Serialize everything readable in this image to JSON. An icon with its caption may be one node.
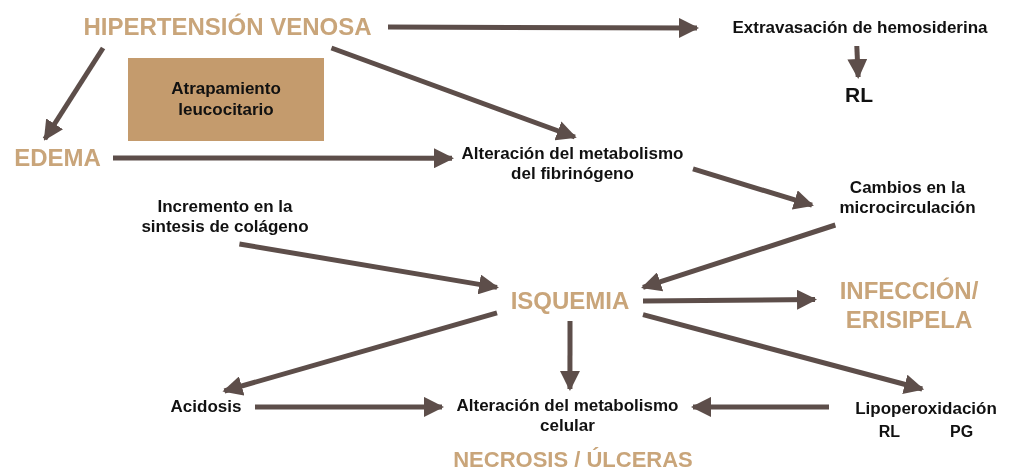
{
  "diagram": {
    "nodes": [
      {
        "text": [
          "HIPERTENSIÓN VENOSA"
        ]
      },
      {
        "text": [
          "Extravasación de hemosiderina"
        ]
      },
      {
        "text": [
          "RL"
        ]
      },
      {
        "text": [
          "Atrapamiento leucocitario"
        ]
      },
      {
        "text": [
          "EDEMA"
        ]
      },
      {
        "text": [
          "Alteración del metabolismo del fibrinógeno"
        ]
      },
      {
        "text": [
          "Cambios en la microcirculación"
        ]
      },
      {
        "text": [
          "Incremento en la sintesis de colágeno"
        ]
      },
      {
        "text": [
          "ISQUEMIA"
        ]
      },
      {
        "text": [
          "INFECCIÓN/ ERISIPELA"
        ]
      },
      {
        "text": [
          "Acidosis"
        ]
      },
      {
        "text": [
          "Alteración del metabolismo celular"
        ]
      },
      {
        "text": [
          "Lipoperoxidación"
        ],
        "beside": [
          "RL",
          "PG"
        ]
      }
    ],
    "edges": [
      {
        "from": 0,
        "to": 1,
        "arrow": "to"
      },
      {
        "from": 0,
        "to": 4,
        "arrow": "to"
      },
      {
        "from": 0,
        "to": 5,
        "arrow": "to"
      },
      {
        "from": 1,
        "to": 2,
        "arrow": "to"
      },
      {
        "from": 4,
        "to": 5,
        "arrow": "to"
      },
      {
        "from": 5,
        "to": 6,
        "arrow": "to"
      },
      {
        "from": 6,
        "to": 8,
        "arrow": "to"
      },
      {
        "from": 7,
        "to": 8,
        "arrow": "to"
      },
      {
        "from": 8,
        "to": 9,
        "arrow": "to"
      },
      {
        "from": 8,
        "to": 10,
        "arrow": "to"
      },
      {
        "from": 8,
        "to": 11,
        "arrow": "to"
      },
      {
        "from": 8,
        "to": 12,
        "arrow": "to"
      },
      {
        "from": 10,
        "to": 11,
        "arrow": "to"
      },
      {
        "from": 12,
        "to": 11,
        "arrow": "to"
      }
    ],
    "labels": [
      "NECROSIS / ÚLCERAS"
    ]
  }
}
